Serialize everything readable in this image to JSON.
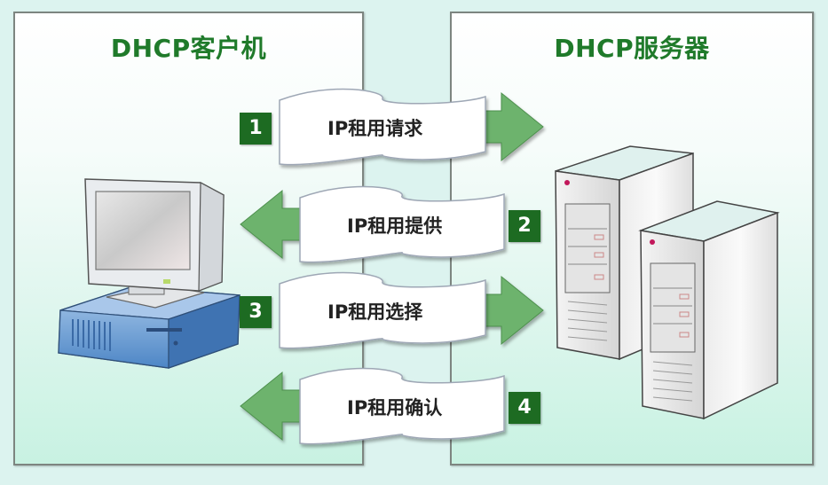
{
  "diagram": {
    "client": {
      "title": "DHCP客户机",
      "icon": "desktop-computer-icon"
    },
    "server": {
      "title": "DHCP服务器",
      "icon": "server-tower-icon"
    },
    "steps": [
      {
        "number": "1",
        "label": "IP租用请求",
        "direction": "client-to-server"
      },
      {
        "number": "2",
        "label": "IP租用提供",
        "direction": "server-to-client"
      },
      {
        "number": "3",
        "label": "IP租用选择",
        "direction": "client-to-server"
      },
      {
        "number": "4",
        "label": "IP租用确认",
        "direction": "server-to-client"
      }
    ],
    "colors": {
      "title_green": "#1f7a2a",
      "badge_green": "#1d6b22",
      "arrow_green": "#6db36d",
      "background": "#dcf3ef"
    }
  }
}
